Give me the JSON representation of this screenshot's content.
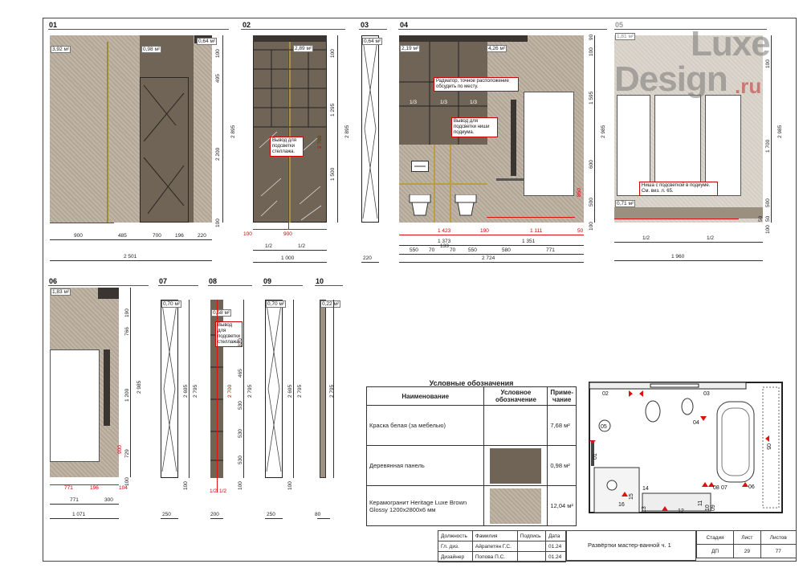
{
  "views": {
    "v01": {
      "label": "01",
      "area": "3,92 м²",
      "area2": "0,98 м²",
      "area3": "0,64 м²"
    },
    "v02": {
      "label": "02",
      "area": "2,89 м²",
      "note": "Вывод для подсветки стеллажа."
    },
    "v03": {
      "label": "03",
      "area": "0,64 м²"
    },
    "v04": {
      "label": "04",
      "area": "2,19 м²",
      "area2": "4,26 м²",
      "note1": "Радиатор, точное расположение обсудить по месту.",
      "note2": "Вывод для подсветки ниши подиума.",
      "thirds": [
        "1/3",
        "1/3",
        "1/3"
      ]
    },
    "v05": {
      "label": "05",
      "area": "1,81 м²",
      "area2": "0,71 м²",
      "note": "Ниша с подсветкой в подиуме. См. виз. л. 65."
    },
    "v06": {
      "label": "06",
      "area": "1,83 м²"
    },
    "v07": {
      "label": "07",
      "area": "0,70 м²"
    },
    "v08": {
      "label": "08",
      "area": "0,58 м²",
      "note": "Вывод для подсветки стеллажа."
    },
    "v09": {
      "label": "09",
      "area": "0,70 м²"
    },
    "v10": {
      "label": "10",
      "area": "0,22 м²"
    }
  },
  "dims": {
    "d01": [
      "900",
      "485",
      "700",
      "196",
      "220"
    ],
    "d01_total": "2 501",
    "d01_v": [
      "100",
      "495",
      "2 200",
      "2 895",
      "100"
    ],
    "d02": [
      "100",
      "900"
    ],
    "d02_half": [
      "1/2",
      "1/2"
    ],
    "d02_total": "1 000",
    "d02_v": [
      "100",
      "1 295",
      "2 700",
      "2 895",
      "1 500"
    ],
    "d03_total": "220",
    "d04_red": [
      "1 423",
      "190",
      "1 111",
      "50"
    ],
    "d04_mid": [
      "1 373",
      "1 351"
    ],
    "d04_small": [
      "550",
      "70",
      "133",
      "70",
      "550",
      "580",
      "771"
    ],
    "d04_total": "2 724",
    "d04_v": [
      "90",
      "100",
      "1 595",
      "2 985",
      "600",
      "850",
      "500",
      "100"
    ],
    "d05_half": [
      "1/2",
      "1/2"
    ],
    "d05_total": "1 960",
    "d05_v": [
      "100",
      "1 700",
      "2 985",
      "500",
      "50",
      "50",
      "100"
    ],
    "d06_red": [
      "771",
      "196",
      "104"
    ],
    "d06": [
      "771",
      "300"
    ],
    "d06_total": "1 071",
    "d06_v": [
      "190",
      "766",
      "1 200",
      "2 985",
      "729",
      "900",
      "100"
    ],
    "d07_total": "250",
    "d07_v": [
      "2 695",
      "2 795",
      "100"
    ],
    "d08_half": [
      "1/2",
      "1/2"
    ],
    "d08_total": "200",
    "d08_v": [
      "320",
      "465",
      "2 700",
      "2 795",
      "530",
      "530",
      "530",
      "100"
    ],
    "d09_total": "250",
    "d09_v": [
      "2 695",
      "2 795",
      "100"
    ],
    "d10_total": "80",
    "d10_v": [
      "2 795"
    ]
  },
  "legend": {
    "title": "Условные обозначения",
    "headers": [
      "Наименование",
      "Условное обозначение",
      "Приме-чание"
    ],
    "rows": [
      {
        "name": "Краска белая (за мебелью)",
        "note": "7,68 м²",
        "swatch": "#ffffff"
      },
      {
        "name": "Деревянная панель",
        "note": "0,98 м²",
        "swatch": "#6f6455"
      },
      {
        "name": "Керамогранит Heritage Luxe Brown Glossy 1200x2800x6 мм",
        "note": "12,04 м²",
        "swatch": "#b9ad9c"
      }
    ]
  },
  "plan": {
    "labels": [
      "02",
      "03",
      "04",
      "05",
      "06",
      "01",
      "05",
      "14",
      "15",
      "16",
      "13",
      "12",
      "11",
      "10",
      "09",
      "08",
      "07"
    ]
  },
  "stamp": {
    "headers": [
      "Должность",
      "Фамилия",
      "Подпись",
      "Дата"
    ],
    "rows": [
      [
        "Гл. диз.",
        "Айрапетян Г.С.",
        "",
        "01.24"
      ],
      [
        "Дизайнер",
        "Попова П.С.",
        "",
        "01.24"
      ]
    ],
    "sheet_title": "Развёртки мастер-ванной ч. 1",
    "stage_label": "Стадия",
    "stage": "ДП",
    "sheet_label": "Лист",
    "sheet": "29",
    "sheets_label": "Листов",
    "sheets": "77"
  },
  "logo": {
    "word1": "Luxe",
    "word2": "Design",
    "word3": ".ru"
  },
  "colors": {
    "tile": "#b9ad9c",
    "wood": "#6f6455",
    "dark": "#3a3530",
    "red": "#d11111"
  }
}
